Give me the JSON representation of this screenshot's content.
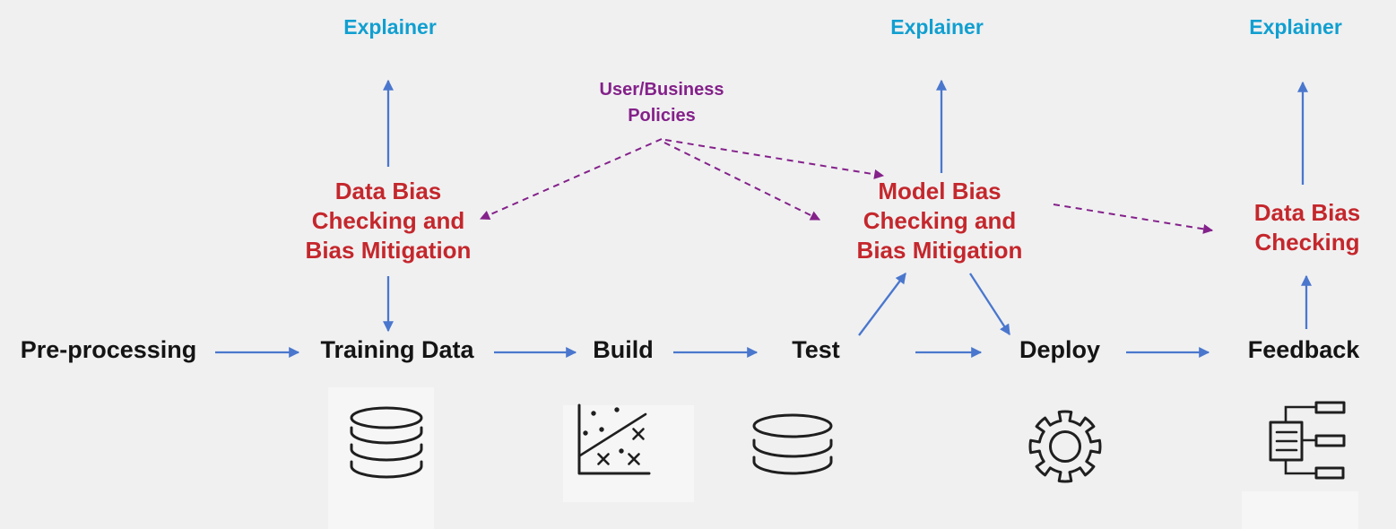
{
  "colors": {
    "background": "#f0f0f1",
    "cyan": "#119fd0",
    "red": "#c4272c",
    "purple": "#84218a",
    "blue": "#4a77cd",
    "ink": "#141414",
    "icon": "#1f1f1f"
  },
  "explainers": [
    {
      "label": "Explainer"
    },
    {
      "label": "Explainer"
    },
    {
      "label": "Explainer"
    }
  ],
  "policies": {
    "lines": [
      "User/Business",
      "Policies"
    ]
  },
  "bias_blocks": {
    "training": {
      "lines": [
        "Data Bias",
        "Checking and",
        "Bias Mitigation"
      ]
    },
    "model": {
      "lines": [
        "Model Bias",
        "Checking and",
        "Bias Mitigation"
      ]
    },
    "feedback": {
      "lines": [
        "Data Bias",
        "Checking"
      ]
    }
  },
  "pipeline": {
    "stages": [
      {
        "label": "Pre-processing"
      },
      {
        "label": "Training Data",
        "icon": "database-icon"
      },
      {
        "label": "Build",
        "icon": "scatter-plot-icon"
      },
      {
        "label": "Test",
        "icon": "database-icon"
      },
      {
        "label": "Deploy",
        "icon": "gear-icon"
      },
      {
        "label": "Feedback",
        "icon": "hierarchy-icon"
      }
    ]
  }
}
